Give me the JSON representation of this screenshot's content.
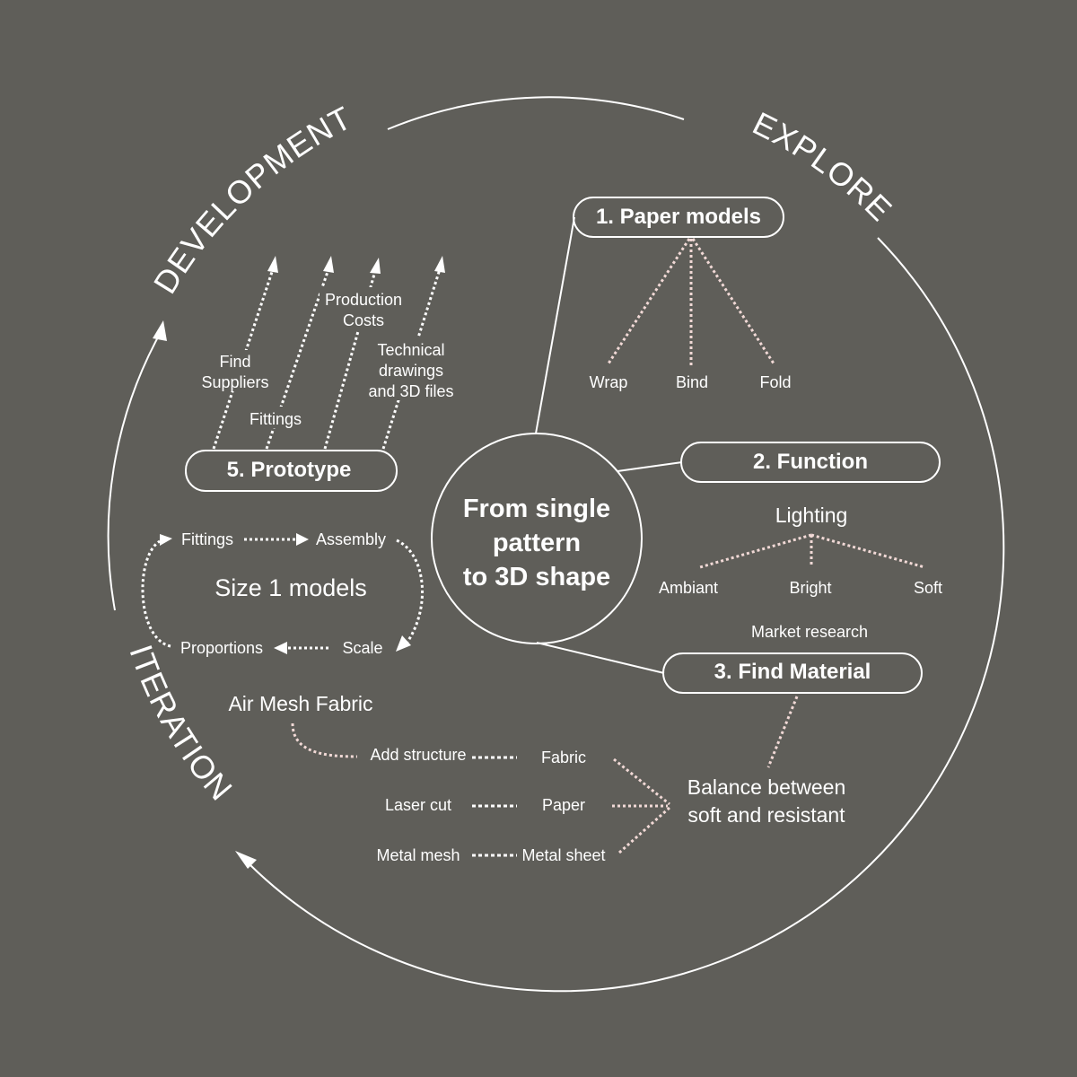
{
  "cycle": {
    "explore": "EXPLORE",
    "development": "DEVELOPMENT",
    "iteration": "ITERATION"
  },
  "center": {
    "line1": "From single",
    "line2": "pattern",
    "line3": "to 3D shape"
  },
  "paper_models": {
    "title": "1. Paper models",
    "options": [
      "Wrap",
      "Bind",
      "Fold"
    ]
  },
  "function": {
    "title": "2. Function",
    "subtitle": "Lighting",
    "options": [
      "Ambiant",
      "Bright",
      "Soft"
    ],
    "note": "Market research"
  },
  "find_material": {
    "title": "3. Find Material",
    "goal_line1": "Balance between",
    "goal_line2": "soft and resistant",
    "origin": "Air Mesh Fabric",
    "pairs": [
      {
        "left": "Add structure",
        "right": "Fabric"
      },
      {
        "left": "Laser cut",
        "right": "Paper"
      },
      {
        "left": "Metal mesh",
        "right": "Metal sheet"
      }
    ]
  },
  "size_models": {
    "title": "Size 1 models",
    "steps": [
      "Fittings",
      "Assembly",
      "Scale",
      "Proportions"
    ]
  },
  "prototype": {
    "title": "5. Prototype",
    "branches": [
      {
        "line1": "Find",
        "line2": "Suppliers"
      },
      {
        "line1": "Fittings"
      },
      {
        "line1": "Production",
        "line2": "Costs"
      },
      {
        "line1": "Technical",
        "line2": "drawings",
        "line3": "and 3D files"
      }
    ]
  },
  "colors": {
    "background": "#5f5e59",
    "line": "#ffffff",
    "dotted": "#f1d9d6"
  }
}
